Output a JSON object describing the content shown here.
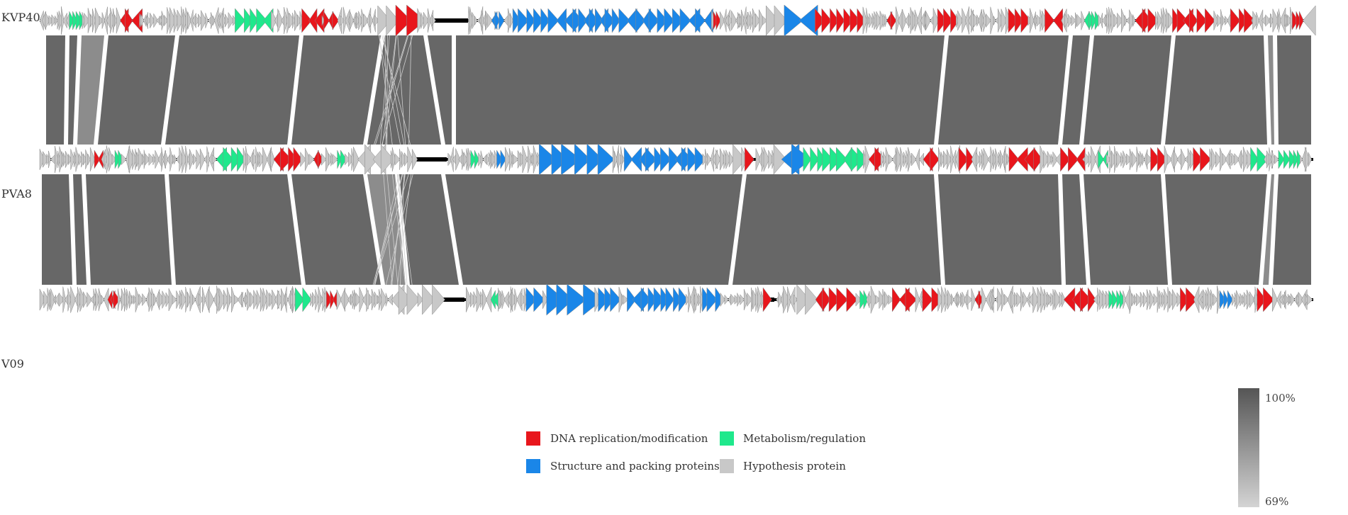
{
  "genomes": [
    {
      "name": "KVP40"
    },
    {
      "name": "PVA8"
    },
    {
      "name": "V09"
    }
  ],
  "legend": [
    {
      "label": "DNA replication/modification",
      "color": "#e8161c"
    },
    {
      "label": "Metabolism/regulation",
      "color": "#1fe88c"
    },
    {
      "label": "Structure and packing proteins",
      "color": "#1a86e8"
    },
    {
      "label": "Hypothesis protein",
      "color": "#c8c8c8"
    }
  ],
  "identity_scale": {
    "max_label": "100%",
    "min_label": "69%",
    "max_color": "#555555",
    "min_color": "#d4d4d4"
  },
  "colors": {
    "link": "#676767",
    "link_light": "#8c8c8c",
    "backbone": "#000000"
  }
}
